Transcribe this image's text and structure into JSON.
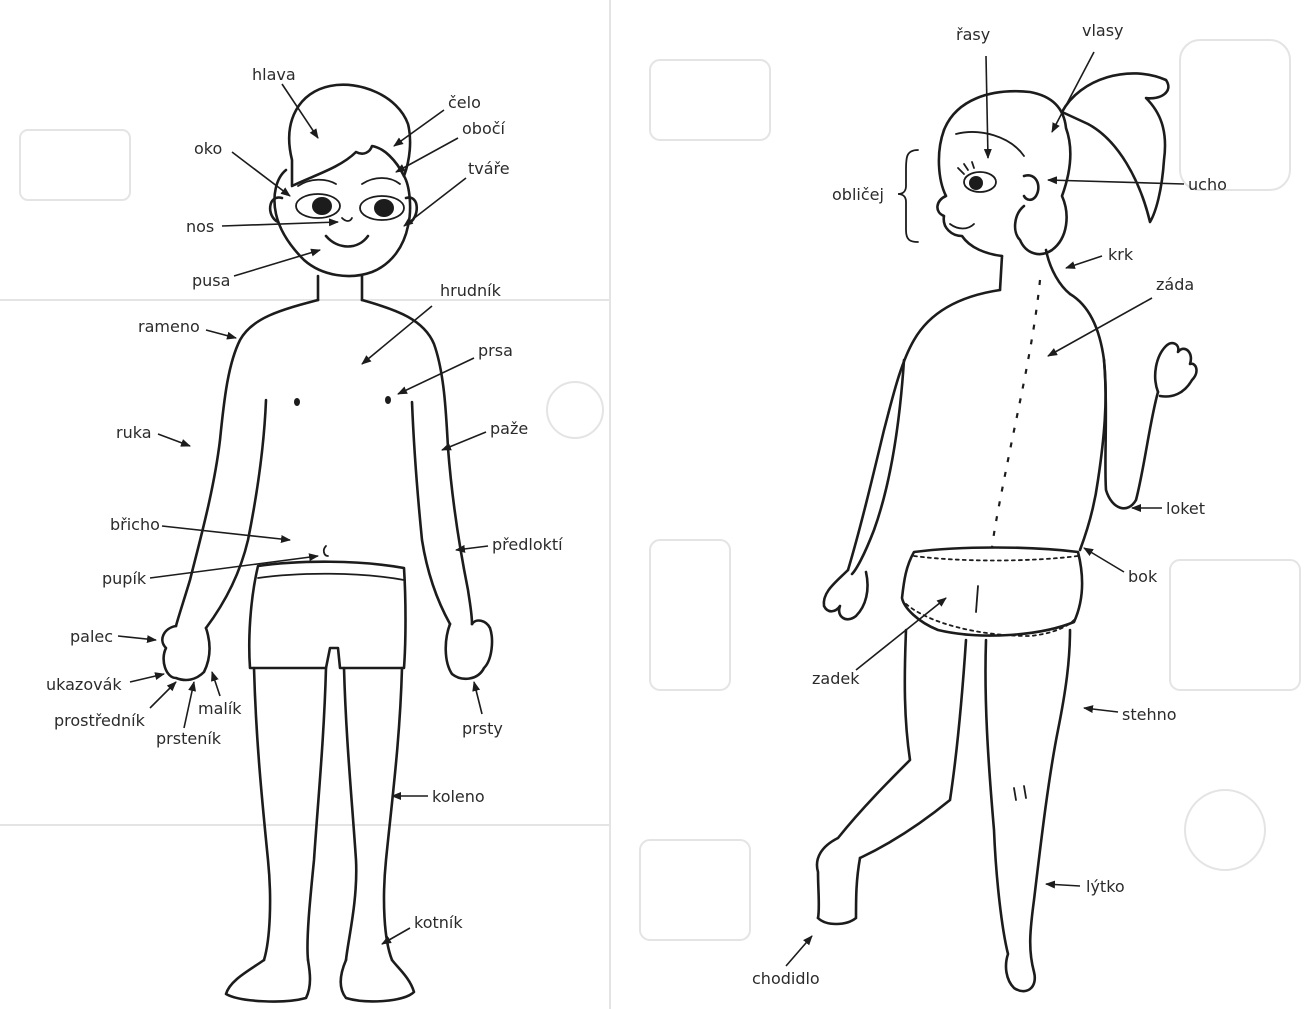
{
  "boy": {
    "labels": {
      "hlava": "hlava",
      "celo": "čelo",
      "oboci": "obočí",
      "oko": "oko",
      "tvare": "tváře",
      "nos": "nos",
      "pusa": "pusa",
      "hrudnik": "hrudník",
      "rameno": "rameno",
      "prsa": "prsa",
      "ruka": "ruka",
      "paze": "paže",
      "bricho": "břicho",
      "predlokti": "předloktí",
      "pupik": "pupík",
      "palec": "palec",
      "ukazovak": "ukazovák",
      "malik": "malík",
      "prostrednik": "prostředník",
      "prstenik": "prsteník",
      "prsty": "prsty",
      "koleno": "koleno",
      "kotnik": "kotník"
    }
  },
  "girl": {
    "labels": {
      "rasy": "řasy",
      "vlasy": "vlasy",
      "ucho": "ucho",
      "oblicej": "obličej",
      "krk": "krk",
      "zada": "záda",
      "loket": "loket",
      "bok": "bok",
      "zadek": "zadek",
      "stehno": "stehno",
      "lytko": "lýtko",
      "chodidlo": "chodidlo"
    }
  }
}
